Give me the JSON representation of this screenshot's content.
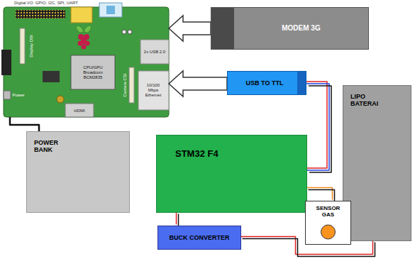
{
  "diagram": {
    "nodes": [
      {
        "text": [
          "Display DSI",
          "CPU/GPU Broadcom BCM2835",
          "Camera CSI",
          "10/100 Mbps Ethernet",
          "2x USB 2.0",
          "HDMI",
          "Power"
        ]
      },
      {
        "text": [
          "MODEM 3G"
        ]
      },
      {
        "text": [
          "USB TO TTL"
        ]
      },
      {
        "text": [
          "POWER BANK"
        ]
      },
      {
        "text": [
          "LIPO BATERAI"
        ]
      },
      {
        "text": [
          "STM32 F4"
        ]
      },
      {
        "text": [
          "SENSOR GAS"
        ]
      },
      {
        "text": [
          "BUCK CONVERTER"
        ]
      }
    ],
    "edges": [
      {
        "from": 1,
        "to": 0,
        "arrow": "to"
      },
      {
        "from": 2,
        "to": 0,
        "arrow": "to"
      },
      {
        "from": 3,
        "to": 0,
        "arrow": "none"
      },
      {
        "from": 2,
        "to": 5,
        "arrow": "none"
      },
      {
        "from": 5,
        "to": 6,
        "arrow": "none"
      },
      {
        "from": 7,
        "to": 5,
        "arrow": "none"
      },
      {
        "from": 7,
        "to": 4,
        "arrow": "none"
      }
    ],
    "labels": [
      "Digital I/O: GPIO, I2C, SPI, UART"
    ]
  }
}
